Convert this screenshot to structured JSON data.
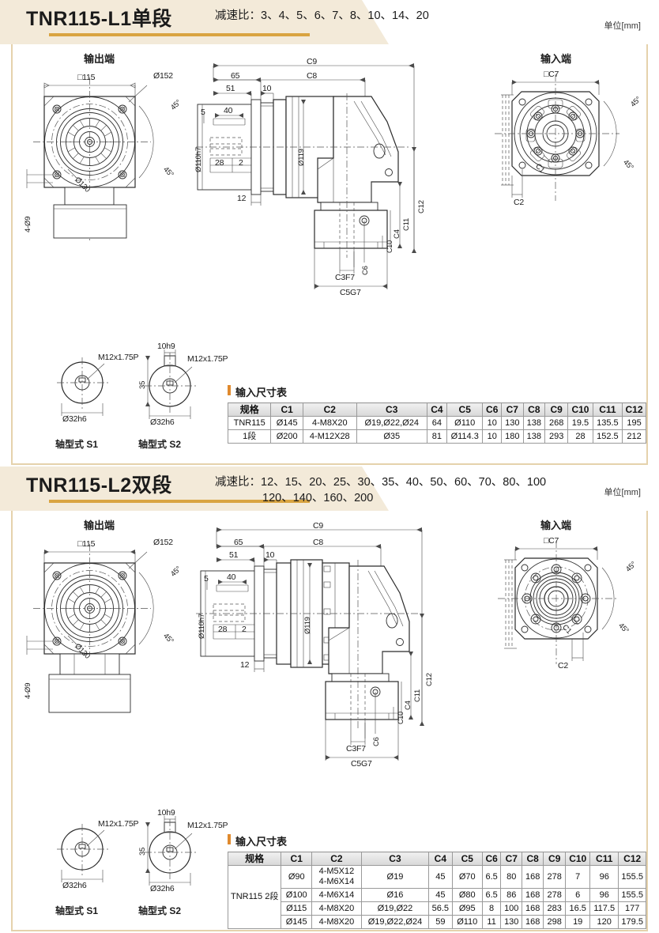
{
  "sections": [
    {
      "id": "l1",
      "title": "TNR115-L1单段",
      "ratio_label": "减速比：",
      "ratio_line1": "3、4、5、6、7、8、10、14、20",
      "ratio_line2": "",
      "unit": "单位[mm]",
      "output_caption": "输出端",
      "input_caption": "输入端",
      "output_dims": {
        "square115": "□115",
        "d152": "Ø152",
        "d130": "Ø130",
        "holes": "4-Ø9",
        "ang1": "45°",
        "ang2": "45°"
      },
      "section_dims": {
        "c9": "C9",
        "c8": "C8",
        "d65": "65",
        "d51": "51",
        "d10": "10",
        "d5": "5",
        "d40": "40",
        "d28": "28",
        "d2": "2",
        "d12": "12",
        "d119": "Ø119",
        "d110h7": "Ø110h7",
        "c12": "C12",
        "c11": "C11",
        "c4": "C4",
        "c10": "C10",
        "c6": "C6",
        "c3f7": "C3F7",
        "c5g7": "C5G7"
      },
      "input_dims": {
        "c7": "□C7",
        "c1": "C1",
        "c2": "C2",
        "ang1": "45°",
        "ang2": "45°"
      },
      "shafts": [
        {
          "caption": "轴型式 S1",
          "thread": "M12x1.75P",
          "dia": "Ø32h6",
          "key": "",
          "keylen": ""
        },
        {
          "caption": "轴型式 S2",
          "thread": "M12x1.75P",
          "dia": "Ø32h6",
          "key": "10h9",
          "keylen": "35"
        }
      ],
      "table": {
        "title": "输入尺寸表",
        "headers": [
          "规格",
          "C1",
          "C2",
          "C3",
          "C4",
          "C5",
          "C6",
          "C7",
          "C8",
          "C9",
          "C10",
          "C11",
          "C12"
        ],
        "rows": [
          {
            "name": "TNR115",
            "cells": [
              "Ø145",
              "4-M8X20",
              "Ø19,Ø22,Ø24",
              "64",
              "Ø110",
              "10",
              "130",
              "138",
              "268",
              "19.5",
              "135.5",
              "195"
            ]
          },
          {
            "name": "1段",
            "cells": [
              "Ø200",
              "4-M12X28",
              "Ø35",
              "81",
              "Ø114.3",
              "10",
              "180",
              "138",
              "293",
              "28",
              "152.5",
              "212"
            ]
          }
        ]
      }
    },
    {
      "id": "l2",
      "title": "TNR115-L2双段",
      "ratio_label": "减速比：",
      "ratio_line1": "12、15、20、25、30、35、40、50、60、70、80、100",
      "ratio_line2": "120、140、160、200",
      "unit": "单位[mm]",
      "output_caption": "输出端",
      "input_caption": "输入端",
      "output_dims": {
        "square115": "□115",
        "d152": "Ø152",
        "d130": "Ø130",
        "holes": "4-Ø9",
        "ang1": "45°",
        "ang2": "45°"
      },
      "section_dims": {
        "c9": "C9",
        "c8": "C8",
        "d65": "65",
        "d51": "51",
        "d10": "10",
        "d5": "5",
        "d40": "40",
        "d28": "28",
        "d2": "2",
        "d12": "12",
        "d119": "Ø119",
        "d110h7": "Ø110h7",
        "c12": "C12",
        "c11": "C11",
        "c4": "C4",
        "c10": "C10",
        "c6": "C6",
        "c3f7": "C3F7",
        "c5g7": "C5G7"
      },
      "input_dims": {
        "c7": "□C7",
        "c1": "C1",
        "c2": "C2",
        "ang1": "45°",
        "ang2": "45°"
      },
      "shafts": [
        {
          "caption": "轴型式 S1",
          "thread": "M12x1.75P",
          "dia": "Ø32h6",
          "key": "",
          "keylen": ""
        },
        {
          "caption": "轴型式 S2",
          "thread": "M12x1.75P",
          "dia": "Ø32h6",
          "key": "10h9",
          "keylen": "35"
        }
      ],
      "table": {
        "title": "输入尺寸表",
        "headers": [
          "规格",
          "C1",
          "C2",
          "C3",
          "C4",
          "C5",
          "C6",
          "C7",
          "C8",
          "C9",
          "C10",
          "C11",
          "C12"
        ],
        "merged_name": "TNR115 2段",
        "rows": [
          {
            "cells": [
              "Ø90",
              "4-M5X12 / 4-M6X14",
              "Ø19",
              "45",
              "Ø70",
              "6.5",
              "80",
              "168",
              "278",
              "7",
              "96",
              "155.5"
            ]
          },
          {
            "cells": [
              "Ø100",
              "4-M6X14",
              "Ø16",
              "45",
              "Ø80",
              "6.5",
              "86",
              "168",
              "278",
              "6",
              "96",
              "155.5"
            ]
          },
          {
            "cells": [
              "Ø115",
              "4-M8X20",
              "Ø19,Ø22",
              "56.5",
              "Ø95",
              "8",
              "100",
              "168",
              "283",
              "16.5",
              "117.5",
              "177"
            ]
          },
          {
            "cells": [
              "Ø145",
              "4-M8X20",
              "Ø19,Ø22,Ø24",
              "59",
              "Ø110",
              "11",
              "130",
              "168",
              "298",
              "19",
              "120",
              "179.5"
            ]
          }
        ]
      }
    }
  ],
  "colors": {
    "accent_gold": "#d9a441",
    "banner_beige": "#f3ead9",
    "border_tan": "#e5d2ac",
    "marker_orange": "#e08a2e",
    "line": "#2b2b2b"
  }
}
